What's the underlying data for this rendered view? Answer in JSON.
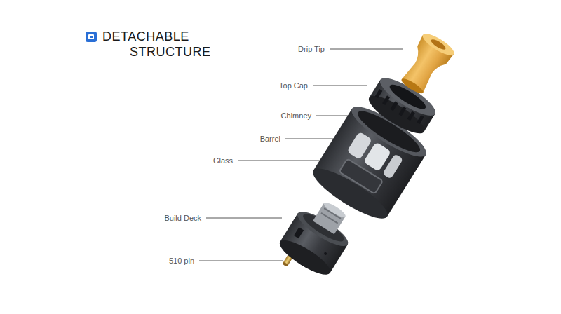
{
  "diagram": {
    "title": "DETACHABLE STRUCTURE",
    "labels": [
      "Drip Tip",
      "Top Cap",
      "Chimney",
      "Barrel",
      "Glass",
      "Build Deck",
      "510 pin"
    ]
  }
}
